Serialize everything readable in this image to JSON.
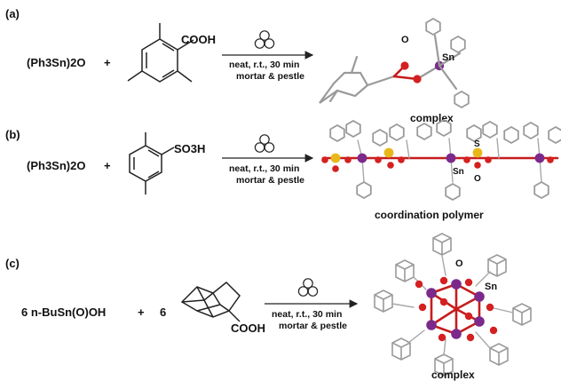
{
  "panels": [
    {
      "label": "(a)",
      "reactant1": "(Ph3Sn)2O",
      "plus": "+",
      "reactant2_group": "COOH",
      "conditions_line1": "neat, r.t., 30 min",
      "conditions_line2": "mortar & pestle",
      "product_atom_o": "O",
      "product_atom_sn": "Sn",
      "product_caption": "complex"
    },
    {
      "label": "(b)",
      "reactant1": "(Ph3Sn)2O",
      "plus": "+",
      "reactant2_group": "SO3H",
      "conditions_line1": "neat, r.t., 30 min",
      "conditions_line2": "mortar & pestle",
      "product_atom_s": "S",
      "product_atom_sn": "Sn",
      "product_atom_o": "O",
      "product_caption": "coordination polymer"
    },
    {
      "label": "(c)",
      "reactant1": "6 n-BuSn(O)OH",
      "plus": "+",
      "coefficient": "6",
      "reactant2_group": "COOH",
      "conditions_line1": "neat, r.t., 30 min",
      "conditions_line2": "mortar & pestle",
      "product_atom_o": "O",
      "product_atom_sn": "Sn",
      "product_caption": "complex"
    }
  ],
  "colors": {
    "tin": "#7b2a8c",
    "oxygen": "#d42020",
    "sulfur": "#e8b81a",
    "carbon": "#9a9a9a",
    "bond": "#222222"
  },
  "icons": [
    "ball-mill-icon"
  ]
}
